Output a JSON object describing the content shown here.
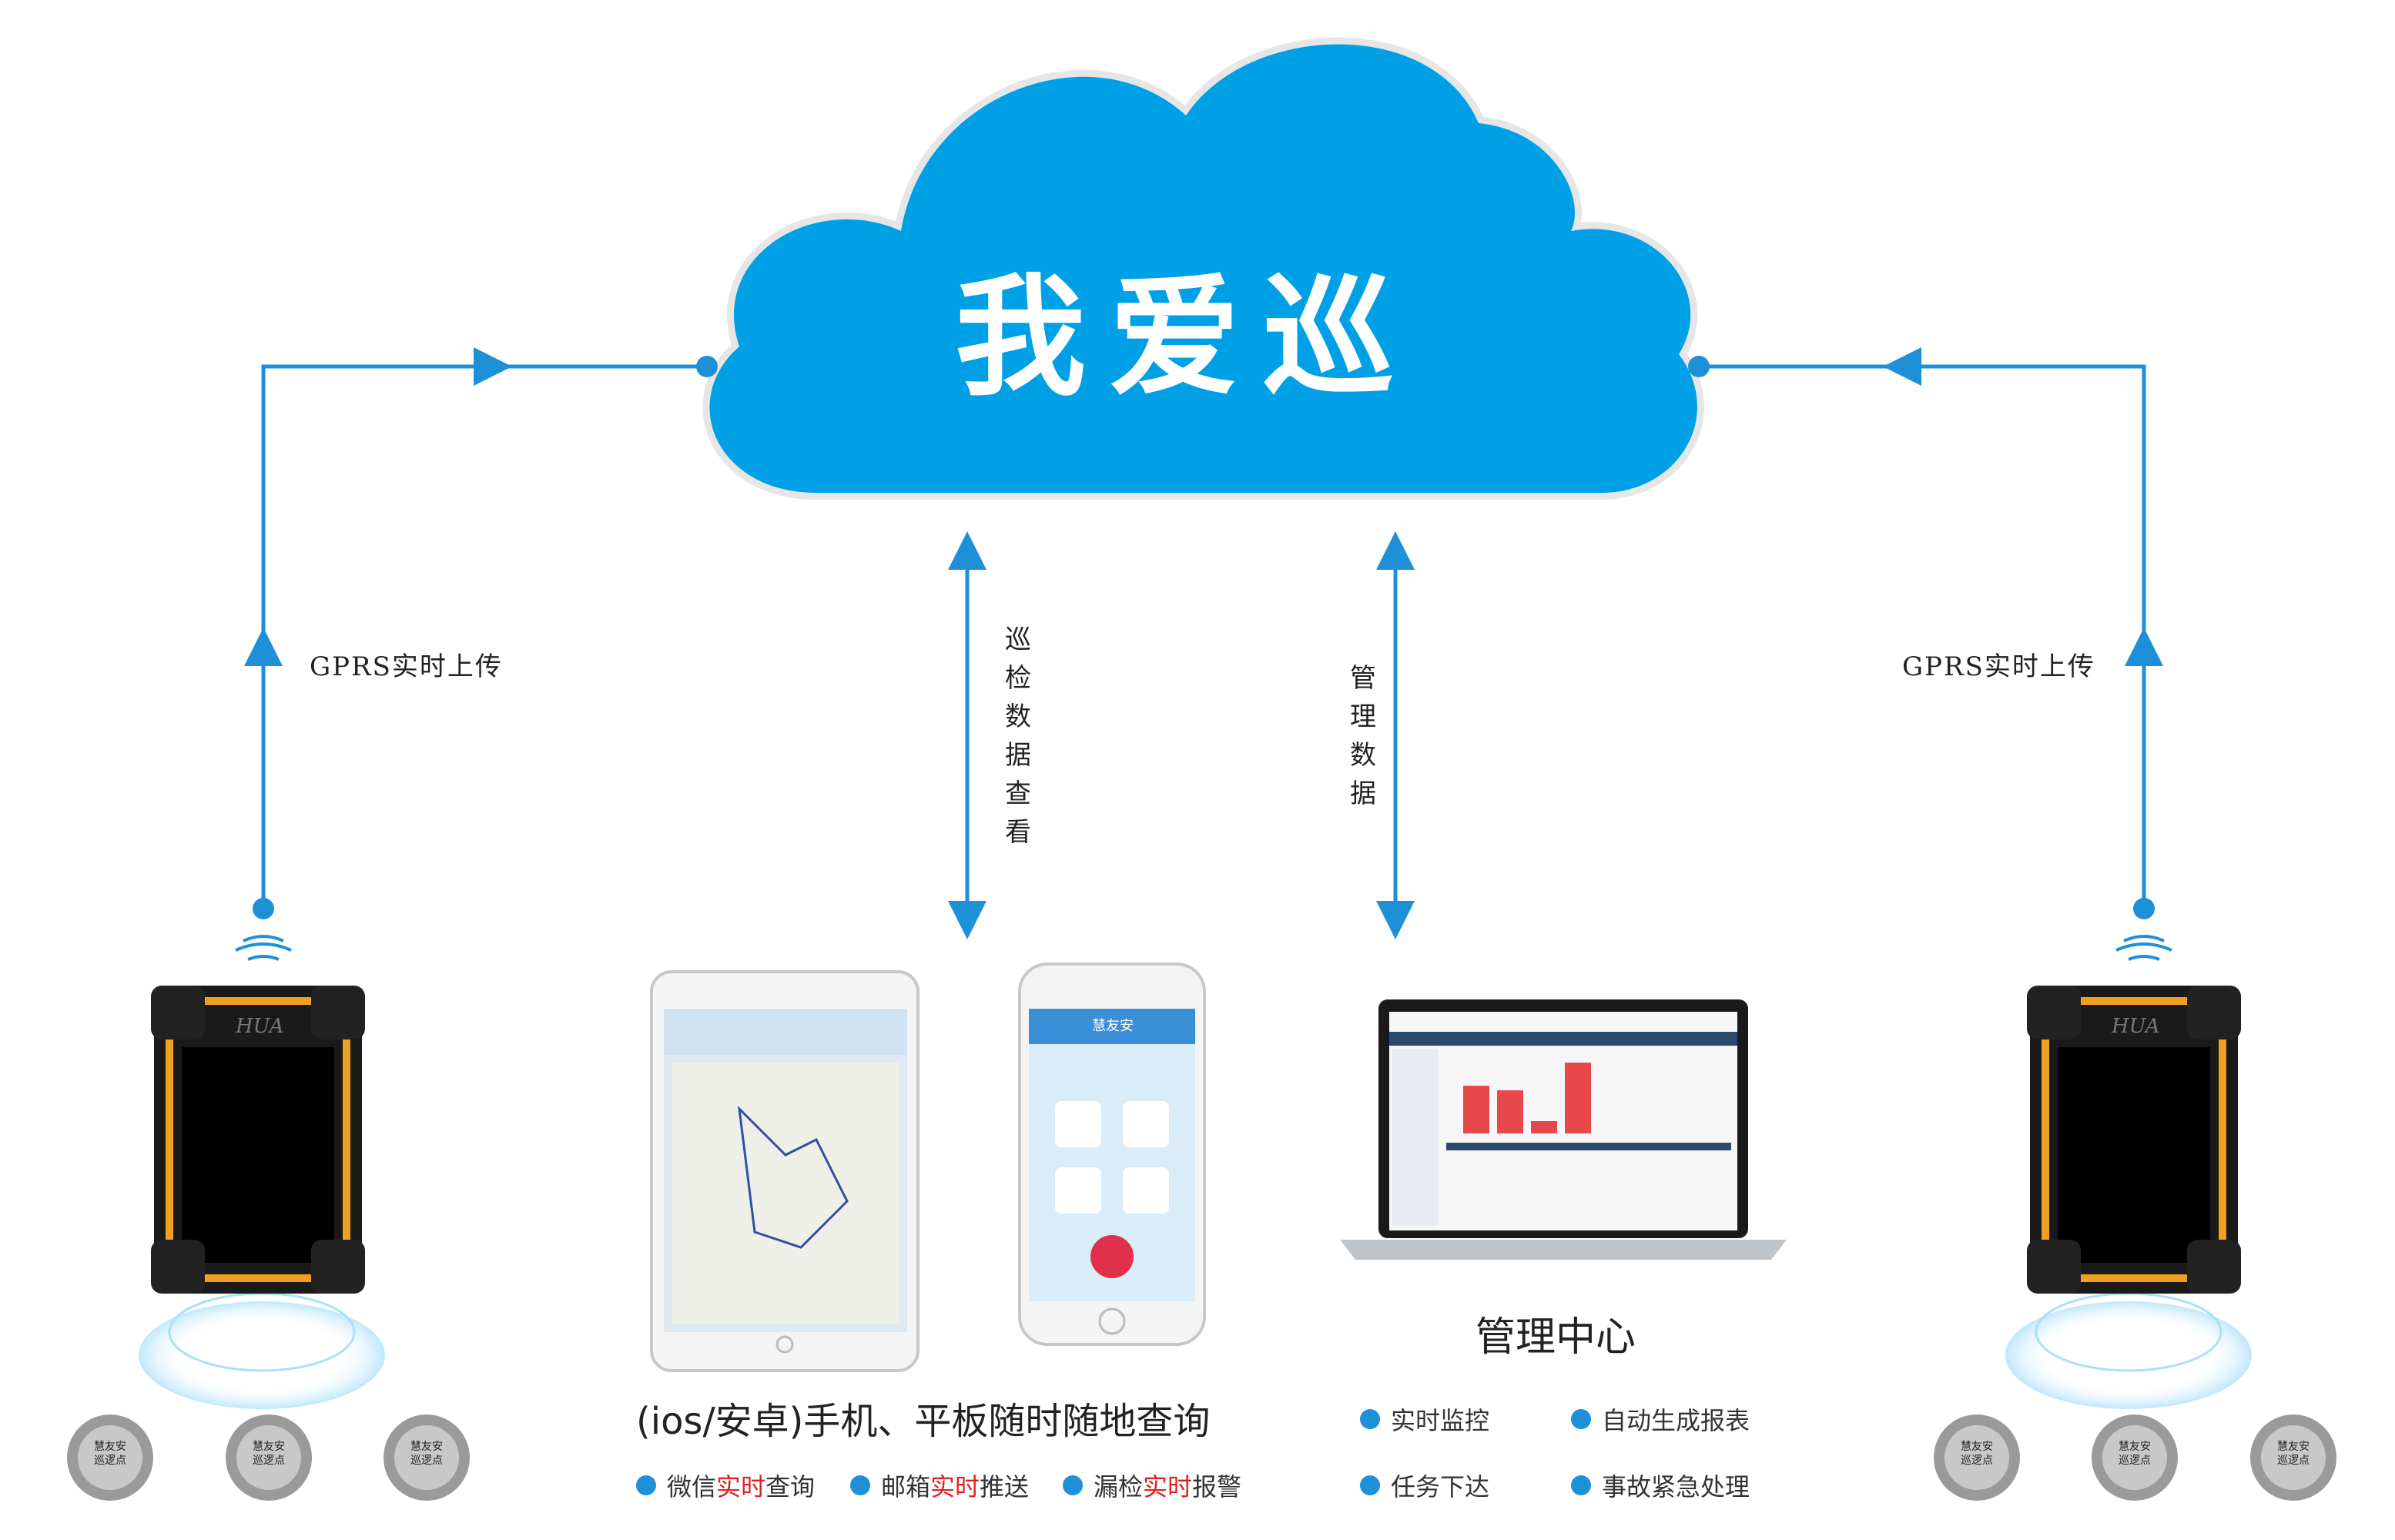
{
  "cloud": {
    "title": "我爱巡",
    "color": "#00a0e6"
  },
  "left_link": {
    "label": "GPRS实时上传"
  },
  "right_link": {
    "label": "GPRS实时上传"
  },
  "mid_link_1": {
    "label": "巡检数据查看"
  },
  "mid_link_2": {
    "label": "管理数据"
  },
  "devices": {
    "checkpoint_brand": "慧友安",
    "checkpoint_label": "巡逻点",
    "device_logo": "HUA"
  },
  "mobile_panel": {
    "caption": "(ios/安卓)手机、平板随时随地查询",
    "features": [
      {
        "pre": "微信",
        "hl": "实时",
        "post": "查询"
      },
      {
        "pre": "邮箱",
        "hl": "实时",
        "post": "推送"
      },
      {
        "pre": "漏检",
        "hl": "实时",
        "post": "报警"
      }
    ],
    "phone_app_title": "慧友安"
  },
  "mgmt_panel": {
    "title": "管理中心",
    "features": [
      "实时监控",
      "自动生成报表",
      "任务下达",
      "事故紧急处理"
    ]
  },
  "colors": {
    "line": "#1e90d8",
    "accent_red": "#e02020",
    "device_orange": "#f0a020"
  }
}
